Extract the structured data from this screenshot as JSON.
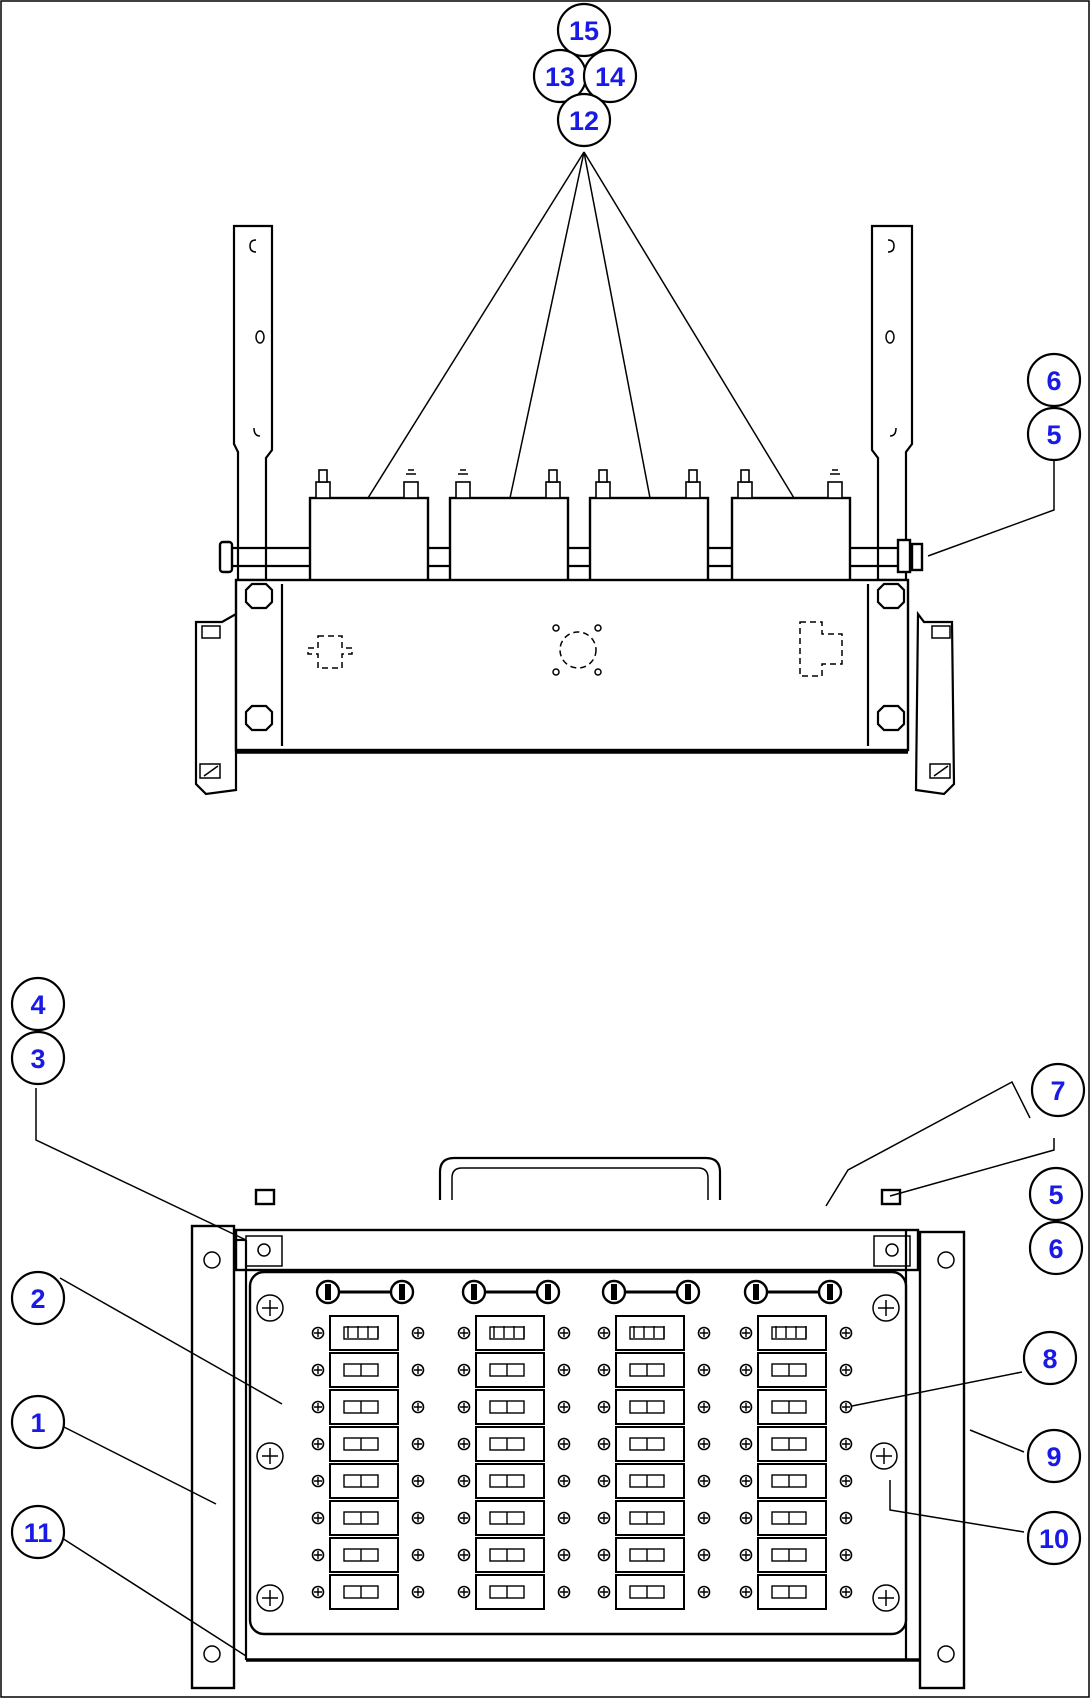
{
  "callouts": [
    {
      "id": "15",
      "label": "15"
    },
    {
      "id": "13",
      "label": "13"
    },
    {
      "id": "14",
      "label": "14"
    },
    {
      "id": "12",
      "label": "12"
    },
    {
      "id": "6a",
      "label": "6"
    },
    {
      "id": "5a",
      "label": "5"
    },
    {
      "id": "4",
      "label": "4"
    },
    {
      "id": "3",
      "label": "3"
    },
    {
      "id": "7",
      "label": "7"
    },
    {
      "id": "5b",
      "label": "5"
    },
    {
      "id": "6b",
      "label": "6"
    },
    {
      "id": "2",
      "label": "2"
    },
    {
      "id": "8",
      "label": "8"
    },
    {
      "id": "1",
      "label": "1"
    },
    {
      "id": "9",
      "label": "9"
    },
    {
      "id": "10",
      "label": "10"
    },
    {
      "id": "11",
      "label": "11"
    }
  ],
  "colors": {
    "callout_text": "#1a1ae6",
    "line": "#000000",
    "background": "#ffffff"
  },
  "fuse_panel": {
    "columns": 4,
    "rows_per_column": 8
  }
}
